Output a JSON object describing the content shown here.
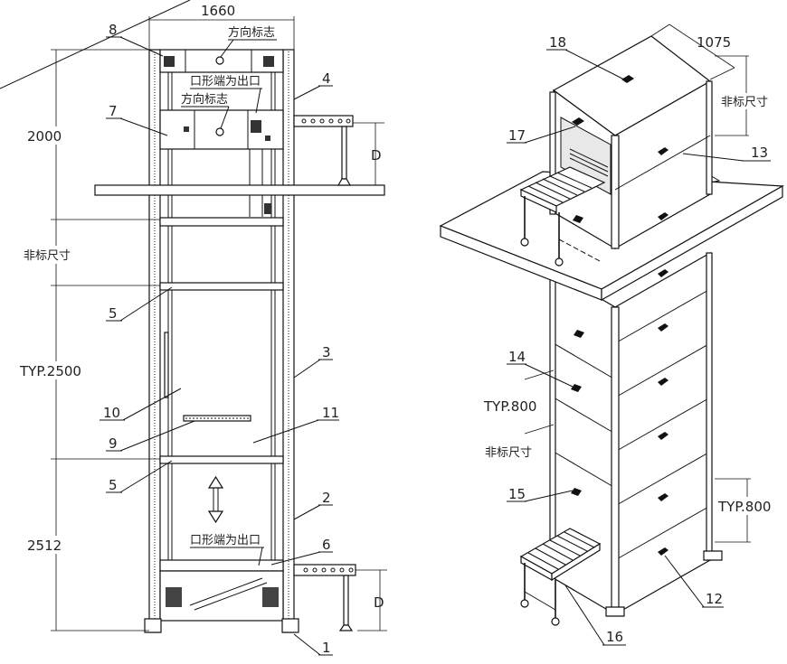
{
  "front_view": {
    "width_dim": "1660",
    "dims": {
      "d1": "2000",
      "d2": "非标尺寸",
      "d3": "TYP.2500",
      "d4": "2512",
      "conveyor_top": "D",
      "conveyor_bottom": "D"
    },
    "notes": {
      "direction_top": "方向标志",
      "outlet_top": "口形端为出口",
      "direction_mid": "方向标志",
      "outlet_bottom": "口形端为出口"
    },
    "callouts": {
      "c8": "8",
      "c7": "7",
      "c4": "4",
      "c5a": "5",
      "c3": "3",
      "c10": "10",
      "c11": "11",
      "c9": "9",
      "c5b": "5",
      "c2": "2",
      "c6": "6",
      "c1": "1"
    }
  },
  "iso_view": {
    "depth_dim": "1075",
    "dims": {
      "top_height": "非标尺寸",
      "pitch_left": "TYP.800",
      "lower_nonstd": "非标尺寸",
      "pitch_right": "TYP.800"
    },
    "callouts": {
      "c18": "18",
      "c17": "17",
      "c13": "13",
      "c14": "14",
      "c15": "15",
      "c12": "12",
      "c16": "16"
    }
  }
}
